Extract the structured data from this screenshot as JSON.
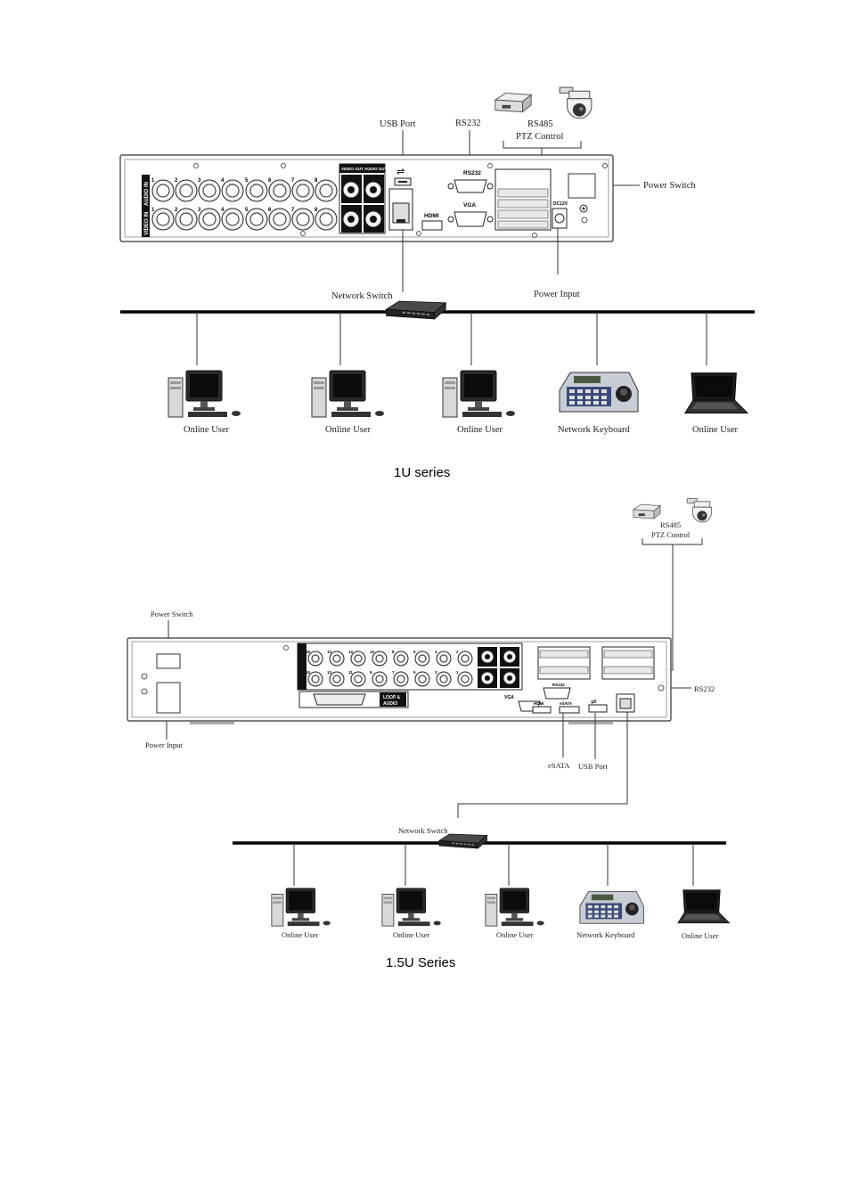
{
  "diagram_1u": {
    "caption": "1U series",
    "labels": {
      "usb_port": "USB Port",
      "rs232": "RS232",
      "rs485": "RS485",
      "ptz_control": "PTZ Control",
      "power_switch": "Power Switch",
      "network_switch": "Network Switch",
      "power_input": "Power Input"
    },
    "panel_marks": {
      "audio_in": "AUDIO IN",
      "video_in": "VIDEO IN",
      "video_out": "VIDEO OUT",
      "audio_out": "AUDIO OUT",
      "rs232_mark": "RS232",
      "vga_mark": "VGA",
      "hdmi_mark": "HDMI",
      "dc_mark": "DC12V",
      "numbers": [
        "1",
        "2",
        "3",
        "4",
        "5",
        "6",
        "7",
        "8"
      ]
    },
    "devices": [
      "Online User",
      "Online User",
      "Online User",
      "Network Keyboard",
      "Online User"
    ]
  },
  "diagram_15u": {
    "caption": "1.5U Series",
    "labels": {
      "rs485": "RS485",
      "ptz_control": "PTZ Control",
      "power_switch": "Power Switch",
      "power_input": "Power Input",
      "rs232": "RS232",
      "esata": "eSATA",
      "usb_port": "USB Port",
      "network_switch": "Network Switch"
    },
    "panel_marks": {
      "loop_audio_1": "LOOP &",
      "loop_audio_2": "AUDIO",
      "vga_mark": "VGA",
      "hdmi_mark": "HDMI",
      "esata_mark": "eSATA",
      "rs232_mark": "RS232",
      "numbers_top": [
        "16",
        "14",
        "12",
        "10",
        "8",
        "6",
        "4",
        "2"
      ],
      "numbers_bottom": [
        "15",
        "13",
        "11",
        "9",
        "7",
        "5",
        "3",
        "1"
      ]
    },
    "devices": [
      "Online User",
      "Online User",
      "Online User",
      "Network Keyboard",
      "Online User"
    ]
  }
}
